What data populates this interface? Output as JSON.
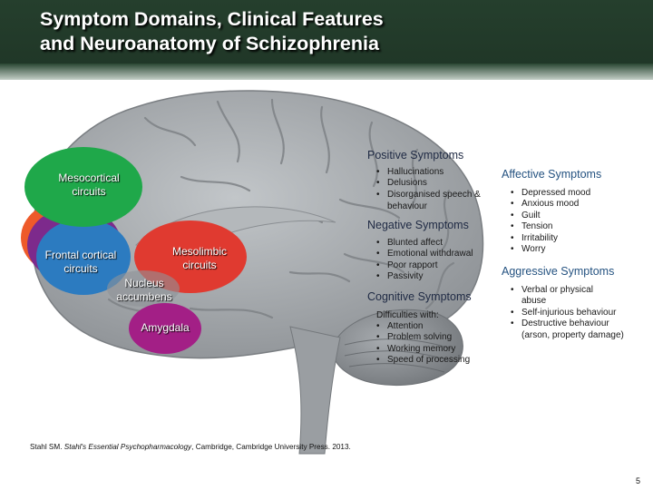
{
  "title": {
    "line1": "Symptom Domains, Clinical Features",
    "line2": "and Neuroanatomy of Schizophrenia"
  },
  "regions": {
    "mesocortical": {
      "line1": "Mesocortical",
      "line2": "circuits"
    },
    "frontal_cortical": {
      "line1": "Frontal cortical",
      "line2": "circuits"
    },
    "mesolimbic": {
      "line1": "Mesolimbic",
      "line2": "circuits"
    },
    "nucleus_accumbens": {
      "line1": "Nucleus",
      "line2": "accumbens"
    },
    "amygdala": "Amygdala"
  },
  "colors": {
    "mesocortical": "#1fa84a",
    "orange": "#ee5a2a",
    "purple": "#7d2a8c",
    "blue": "#2c7bc0",
    "mesolimbic": "#e03a30",
    "amygdala": "#a31f86",
    "brain": "#a4a8ac",
    "cerebellum": "#8e9296"
  },
  "positive": {
    "heading": "Positive Symptoms",
    "items": [
      "Hallucinations",
      "Delusions",
      "Disorganised speech &",
      "behaviour"
    ]
  },
  "negative": {
    "heading": "Negative Symptoms",
    "items": [
      "Blunted affect",
      "Emotional withdrawal",
      "Poor rapport",
      "Passivity"
    ]
  },
  "cognitive": {
    "heading": "Cognitive Symptoms",
    "intro": "Difficulties with:",
    "items": [
      "Attention",
      "Problem solving",
      "Working memory",
      "Speed of processing"
    ]
  },
  "affective": {
    "heading": "Affective Symptoms",
    "items": [
      "Depressed mood",
      "Anxious mood",
      "Guilt",
      "Tension",
      "Irritability",
      "Worry"
    ]
  },
  "aggressive": {
    "heading": "Aggressive Symptoms",
    "items": [
      "Verbal or physical abuse",
      "Self-injurious behaviour",
      "Destructive behaviour (arson, property damage)"
    ]
  },
  "citation": {
    "author": "Stahl SM. ",
    "book": "Stahl's Essential Psychopharmacology",
    "rest": ", Cambridge, Cambridge University Press. 2013."
  },
  "page_number": "5"
}
